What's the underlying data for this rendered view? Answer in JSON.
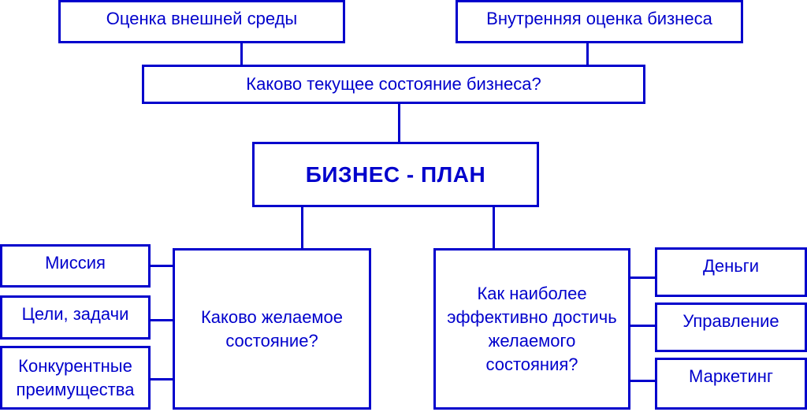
{
  "diagram": {
    "external_assessment": "Оценка внешней среды",
    "internal_assessment": "Внутренняя оценка бизнеса",
    "current_state": "Каково текущее состояние бизнеса?",
    "business_plan": "БИЗНЕС - ПЛАН",
    "desired_state": "Каково желаемое состояние?",
    "how_to_achieve": "Как наиболее эффективно достичь желаемого состояния?",
    "left_items": [
      "Миссия",
      "Цели, задачи",
      "Конкурентные преимущества"
    ],
    "right_items": [
      "Деньги",
      "Управление",
      "Маркетинг"
    ]
  },
  "colors": {
    "stroke": "#0000cc",
    "text": "#0000cc",
    "background": "#ffffff"
  }
}
